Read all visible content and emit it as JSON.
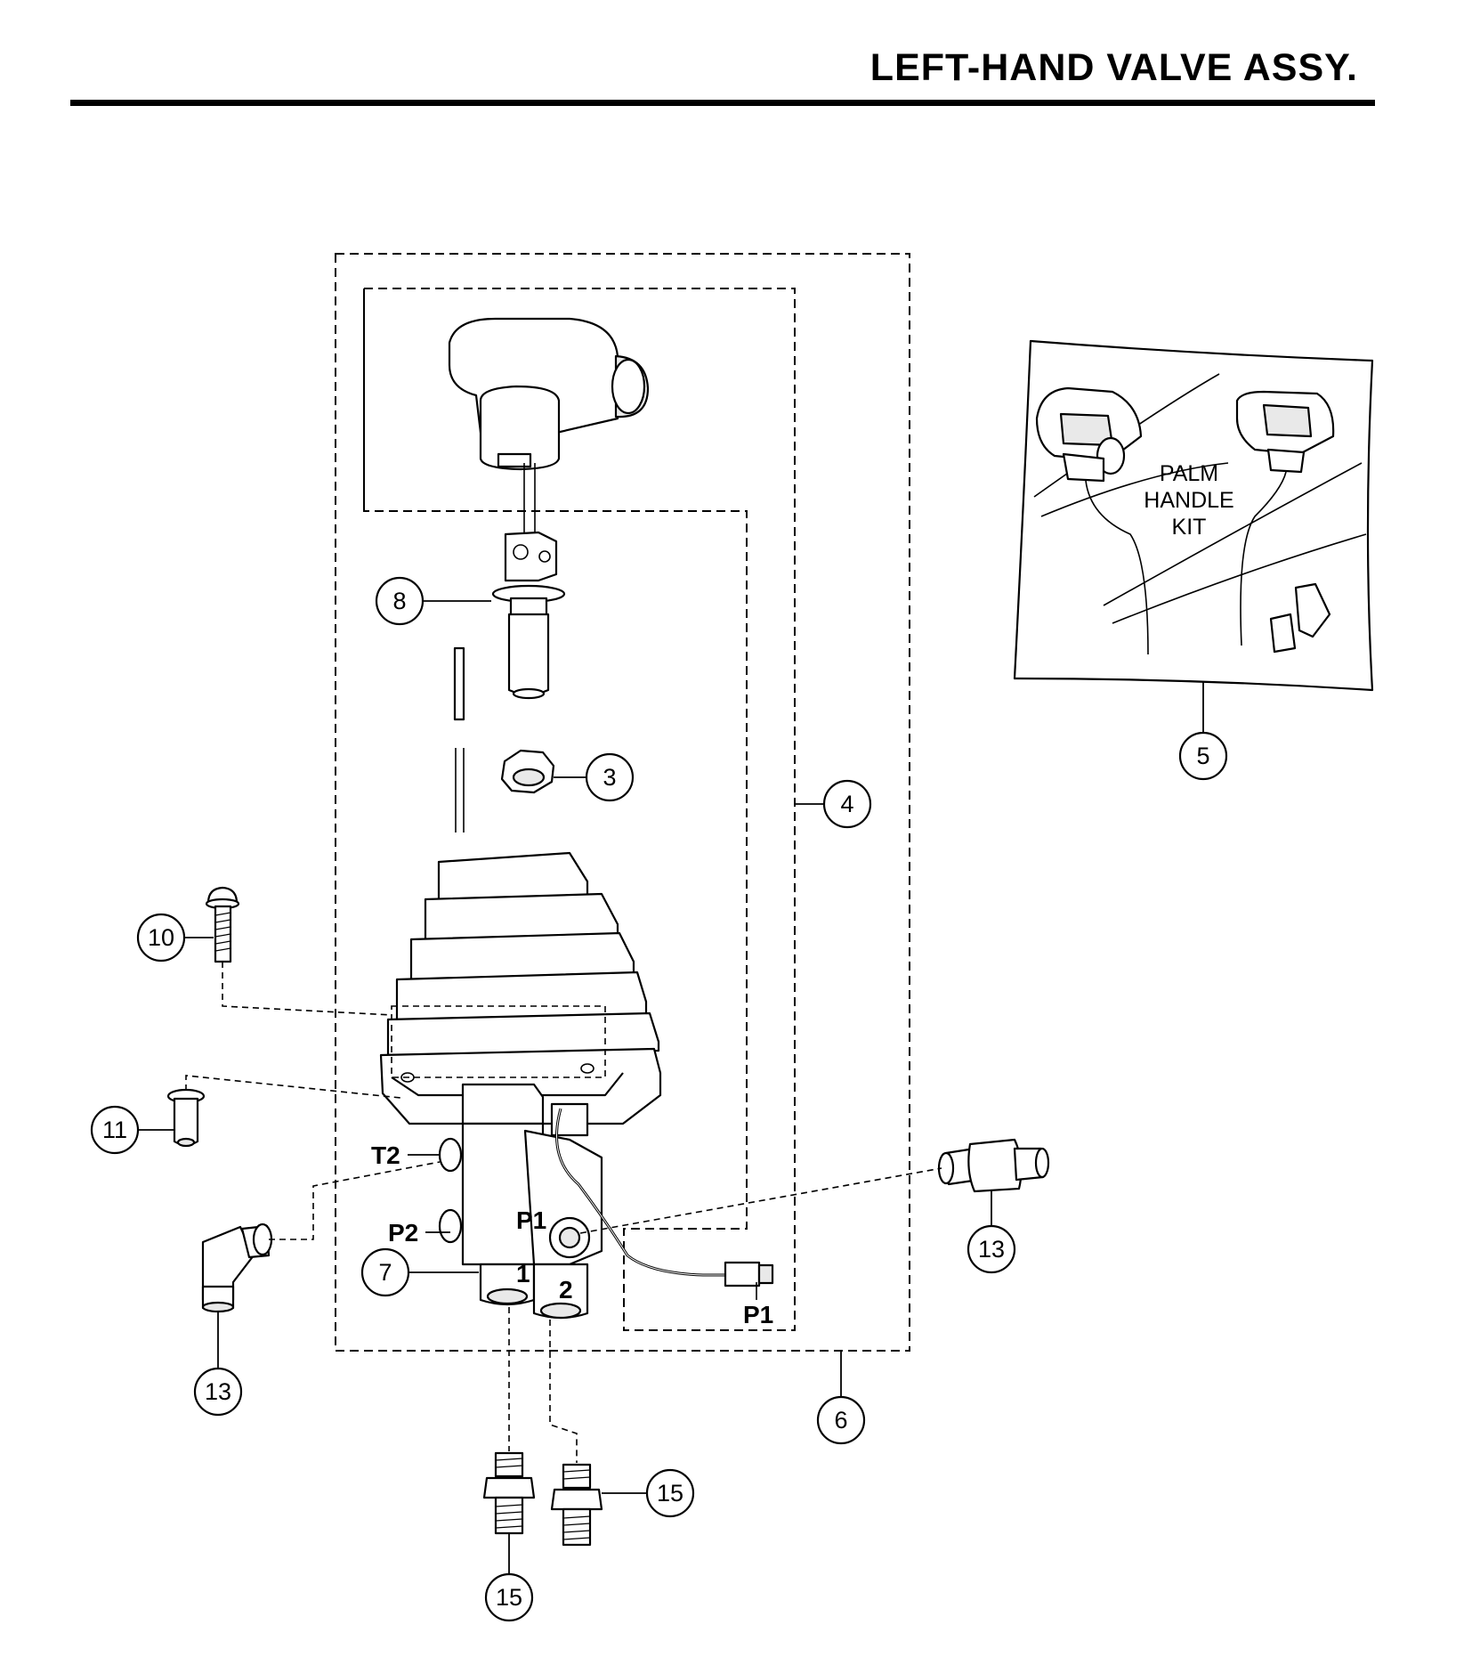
{
  "title": "LEFT-HAND VALVE ASSY.",
  "kit_label": [
    "PALM",
    "HANDLE",
    "KIT"
  ],
  "port_labels": {
    "t2": "T2",
    "p2": "P2",
    "p1": "P1",
    "port1": "1",
    "port2": "2",
    "connector_p1": "P1"
  },
  "callouts": {
    "c3": "3",
    "c4": "4",
    "c5": "5",
    "c6": "6",
    "c7": "7",
    "c8": "8",
    "c10": "10",
    "c11": "11",
    "c13_left": "13",
    "c13_right": "13",
    "c15_right": "15",
    "c15_bottom": "15"
  }
}
